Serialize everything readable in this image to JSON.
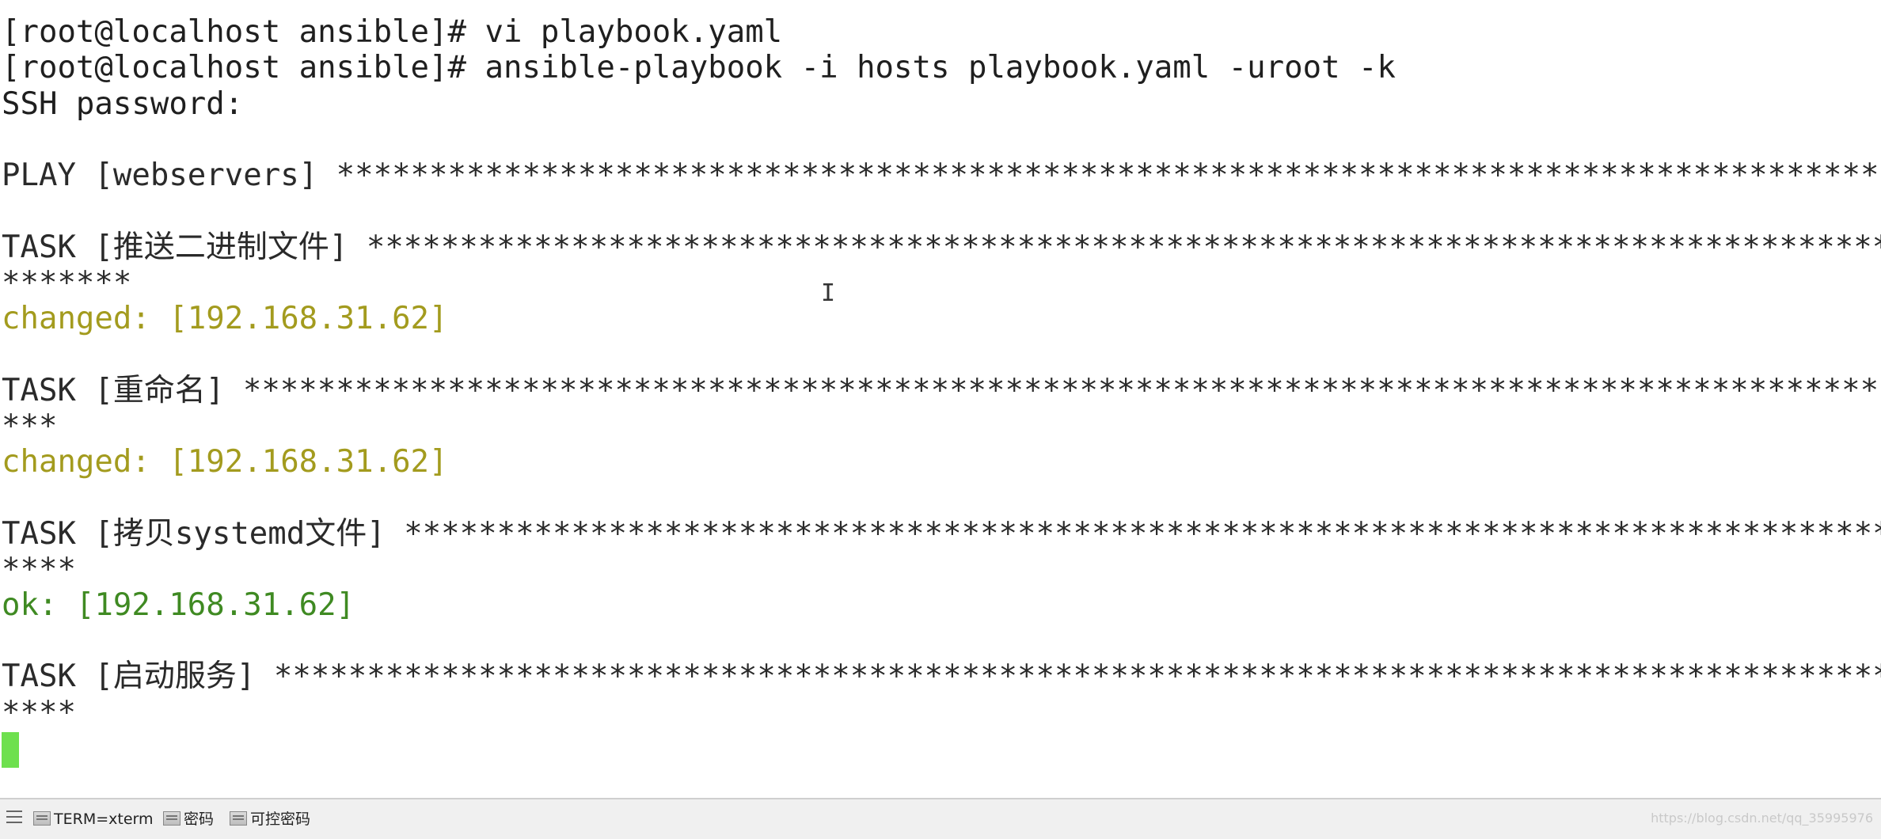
{
  "terminal": {
    "lines": [
      {
        "text": "[root@localhost ansible]# vi playbook.yaml"
      },
      {
        "text": "[root@localhost ansible]# ansible-playbook -i hosts playbook.yaml -uroot -k"
      },
      {
        "text": "SSH password:"
      },
      {
        "text": ""
      },
      {
        "text": "PLAY [webservers] *********************************************************************************************************************************"
      },
      {
        "text": ""
      },
      {
        "text": "TASK [推送二进制文件] ***************************************************************************************************************************"
      },
      {
        "text": "*******"
      },
      {
        "text": "changed: [192.168.31.62]"
      },
      {
        "text": ""
      },
      {
        "text": "TASK [重命名] *********************************************************************************************************************************"
      },
      {
        "text": "***"
      },
      {
        "text": "changed: [192.168.31.62]"
      },
      {
        "text": ""
      },
      {
        "text": "TASK [拷贝systemd文件] ***************************************************************************************************************************"
      },
      {
        "text": "****"
      },
      {
        "text": "ok: [192.168.31.62]"
      },
      {
        "text": ""
      },
      {
        "text": "TASK [启动服务] *******************************************************************************************************************************"
      },
      {
        "text": "****"
      }
    ]
  },
  "statusbar": {
    "items": [
      {
        "label": "TERM=xterm"
      },
      {
        "label": "密码"
      },
      {
        "label": "可控密码"
      }
    ],
    "watermark": "https://blog.csdn.net/qq_35995976"
  },
  "colors": {
    "changed": "#a39b1e",
    "ok": "#3f8a22",
    "cursor": "#6ee04e",
    "text": "#1f1f1f",
    "background": "#ffffff"
  },
  "icons": [
    "menu-icon",
    "terminal-tab-icon",
    "text-cursor-icon"
  ]
}
